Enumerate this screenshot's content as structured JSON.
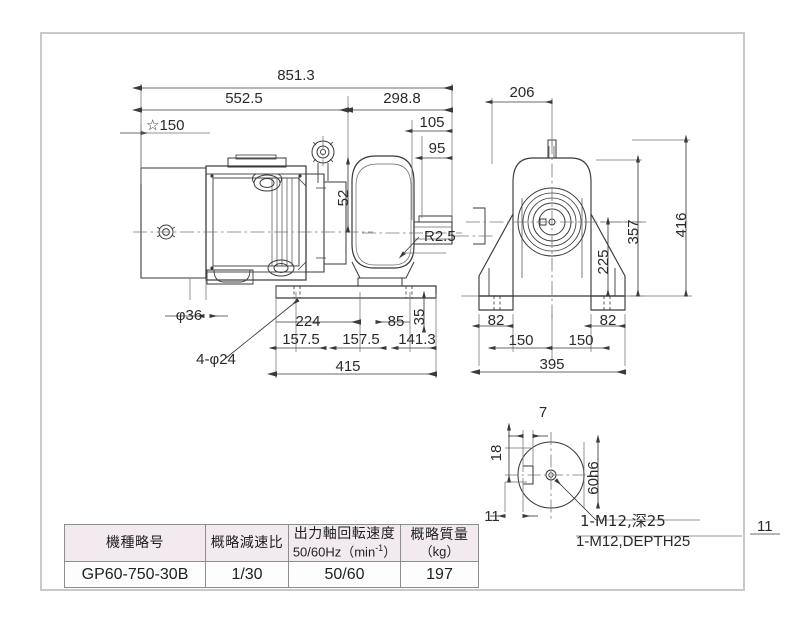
{
  "drawing": {
    "title_row_label": "technical-dimension-drawing",
    "side_view": {
      "overall_length": "851.3",
      "motor_section": "552.5",
      "gear_section": "298.8",
      "star_dim": "☆150",
      "shaft_ext_105": "105",
      "shaft_ext_95": "95",
      "shaft_center_52": "52",
      "fillet": "R2.5",
      "shaft_dia": "φ36",
      "mount_holes": "4-φ24",
      "base_224": "224",
      "base_157_5_a": "157.5",
      "base_157_5_b": "157.5",
      "base_141_3": "141.3",
      "base_415": "415",
      "base_85": "85",
      "base_35": "35"
    },
    "front_view": {
      "width_206": "206",
      "height_416": "416",
      "height_357": "357",
      "height_225": "225",
      "foot_82_left": "82",
      "foot_82_right": "82",
      "span_150_left": "150",
      "span_150_right": "150",
      "overall_width_395": "395"
    },
    "shaft_detail": {
      "key_width_7": "7",
      "key_offset_18": "18",
      "shaft_dia_60h6": "60h6",
      "key_len_11": "11",
      "tap_jp": "1-M12,深25",
      "tap_en": "1-M12,DEPTH25"
    },
    "page_number": "11"
  },
  "spec_table": {
    "headers": [
      {
        "jp": "機種略号",
        "sub": ""
      },
      {
        "jp": "概略減速比",
        "sub": ""
      },
      {
        "jp": "出力軸回転速度",
        "sub": "50/60Hz（min"
      },
      {
        "jp": "概略質量",
        "sub": "（kg）"
      }
    ],
    "header_sup": "-1",
    "header_sub_close": "）",
    "rows": [
      {
        "model": "GP60-750-30B",
        "ratio": "1/30",
        "speed": "50/60",
        "mass": "197"
      }
    ]
  },
  "colors": {
    "line": "#3a3a3a",
    "thin": "#555555",
    "center": "#6b6b6b",
    "frame": "#c9c9c9",
    "header_bg": "#f3eaf0"
  }
}
